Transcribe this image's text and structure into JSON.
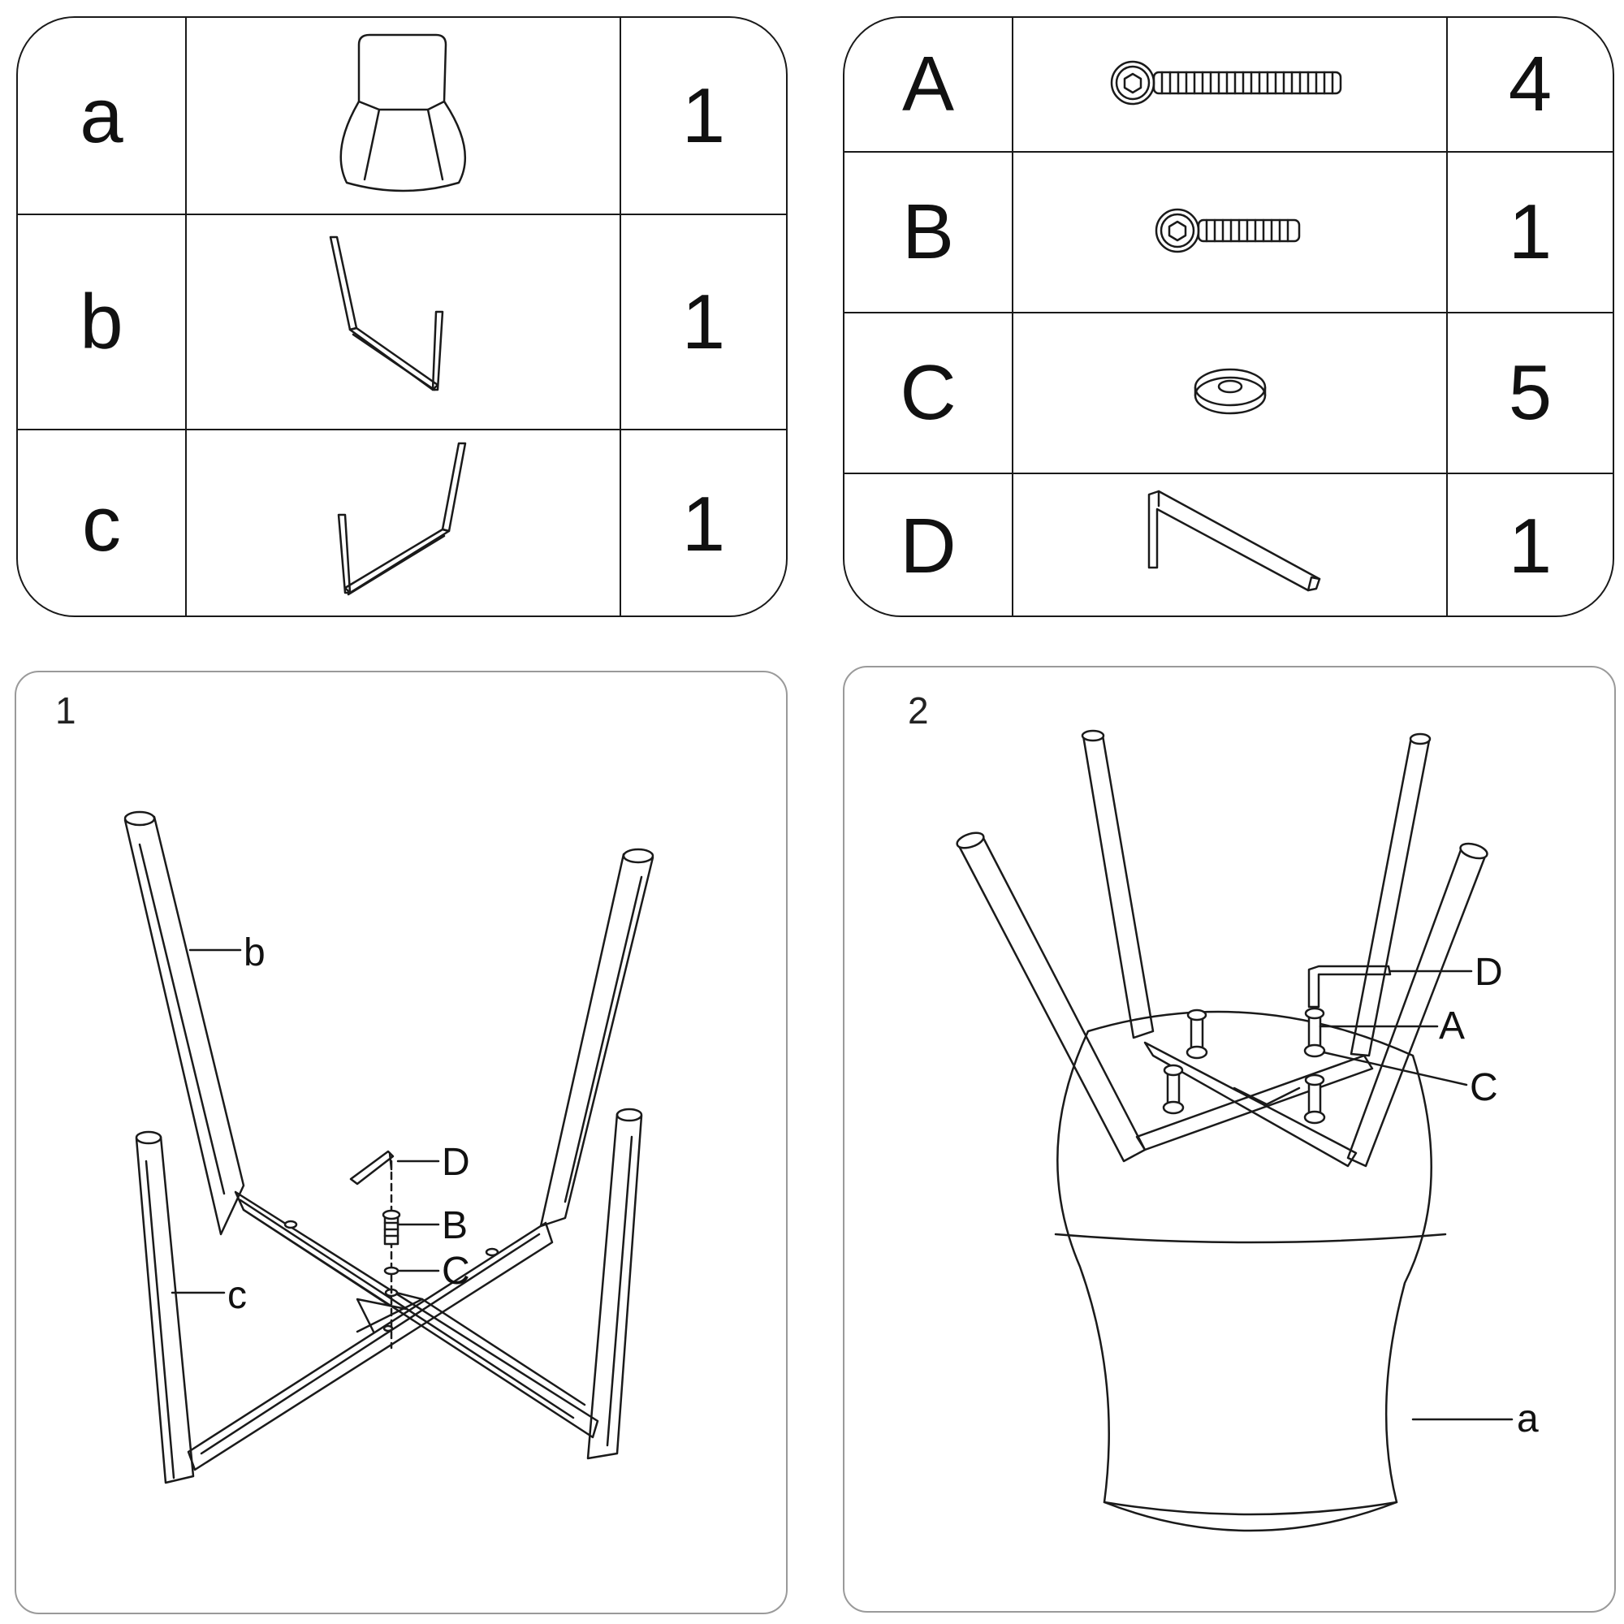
{
  "parts_left": {
    "rows": [
      {
        "letter": "a",
        "icon": "seat-icon",
        "qty": "1"
      },
      {
        "letter": "b",
        "icon": "leg-frame-b-icon",
        "qty": "1"
      },
      {
        "letter": "c",
        "icon": "leg-frame-c-icon",
        "qty": "1"
      }
    ]
  },
  "parts_right": {
    "rows": [
      {
        "letter": "A",
        "icon": "long-bolt-icon",
        "qty": "4"
      },
      {
        "letter": "B",
        "icon": "short-bolt-icon",
        "qty": "1"
      },
      {
        "letter": "C",
        "icon": "washer-icon",
        "qty": "5"
      },
      {
        "letter": "D",
        "icon": "allen-key-icon",
        "qty": "1"
      }
    ]
  },
  "step1": {
    "number": "1",
    "labels": {
      "b": "b",
      "c": "c",
      "D": "D",
      "B": "B",
      "C": "C"
    }
  },
  "step2": {
    "number": "2",
    "labels": {
      "D": "D",
      "A": "A",
      "C": "C",
      "a": "a"
    }
  }
}
